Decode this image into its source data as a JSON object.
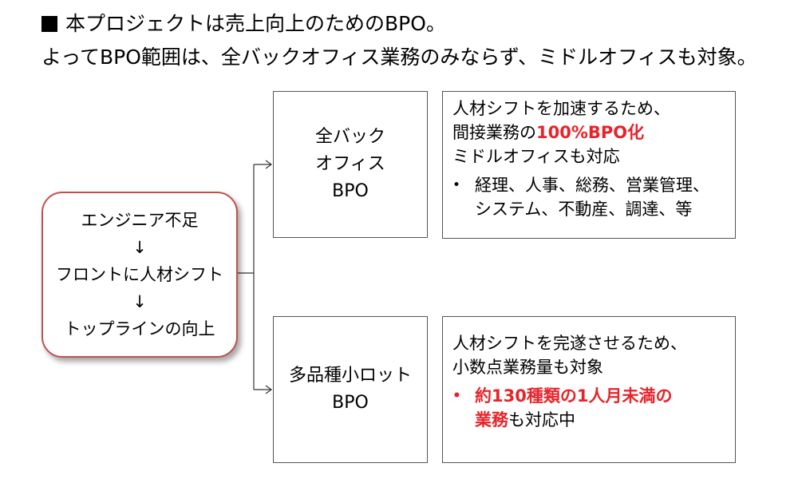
{
  "header": {
    "line1": "本プロジェクトは売上向上のためのBPO。",
    "line2": "よってBPO範囲は、全バックオフィス業務のみならず、ミドルオフィスも対象。"
  },
  "source": {
    "line1": "エンジニア不足",
    "arrow1": "↓",
    "line2": "フロントに人材シフト",
    "arrow2": "↓",
    "line3": "トップラインの向上"
  },
  "categories": {
    "top": {
      "line1": "全バック",
      "line2": "オフィス",
      "line3": "BPO"
    },
    "bottom": {
      "line1": "多品種小ロット",
      "line2": "BPO"
    }
  },
  "details": {
    "top": {
      "line1": "人材シフトを加速するため、",
      "line2_prefix": "間接業務の",
      "line2_highlight": "100%BPO化",
      "line3": "ミドルオフィスも対応",
      "bullet": "•",
      "bullet_line1": "経理、人事、総務、営業管理、",
      "bullet_line2": "システム、不動産、調達、等"
    },
    "bottom": {
      "line1": "人材シフトを完遂させるため、",
      "line2": "小数点業務量も対象",
      "bullet": "•",
      "bullet_line1": "約130種類の1人月未満の",
      "bullet_line2_highlight": "業務",
      "bullet_line2_rest": "も対応中"
    }
  },
  "colors": {
    "highlight": "#e8232a",
    "source_border": "#c0504d"
  }
}
